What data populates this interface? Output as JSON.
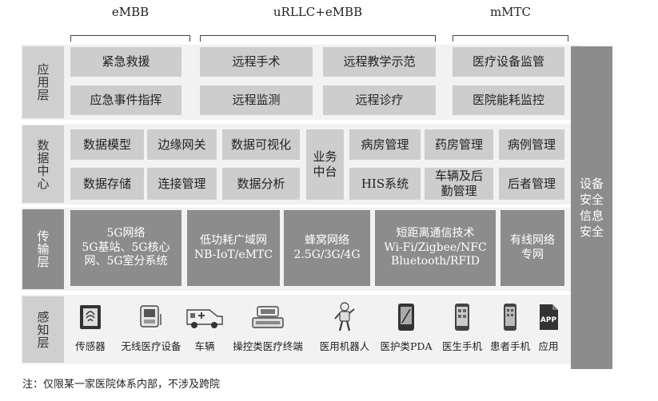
{
  "header": {
    "embb": "eMBB",
    "urllc": "uRLLC+eMBB",
    "mmtc": "mMTC"
  },
  "layers": {
    "application": "应用层",
    "data_center": "数据中心",
    "transport": "传输层",
    "perception": "感知层"
  },
  "application": {
    "r1": [
      "紧急救援",
      "远程手术",
      "远程教学示范",
      "医疗设备监管"
    ],
    "r2": [
      "应急事件指挥",
      "远程监测",
      "远程诊疗",
      "医院能耗监控"
    ]
  },
  "data_center": {
    "r1": [
      "数据模型",
      "边缘网关",
      "数据可视化"
    ],
    "r2": [
      "数据存储",
      "连接管理",
      "数据分析"
    ],
    "business": "业务中台",
    "right_r1": [
      "病房管理",
      "药房管理",
      "病例管理"
    ],
    "right_r2": [
      "HIS系统",
      "车辆及后勤管理",
      "后者管理"
    ]
  },
  "transport": {
    "c1": [
      "5G网络",
      "5G基站、5G核心",
      "网、5G室分系统"
    ],
    "c2": [
      "低功耗广域网",
      "NB-IoT/eMTC"
    ],
    "c3": [
      "蜂窝网络",
      "2.5G/3G/4G"
    ],
    "c4": [
      "短距离通信技术",
      "Wi-Fi/Zigbee/NFC",
      "Bluetooth/RFID"
    ],
    "c5": [
      "有线网络",
      "专网"
    ]
  },
  "devices": [
    {
      "label": "传感器",
      "icon": "sensor-icon"
    },
    {
      "label": "无线医疗设备",
      "icon": "wireless-medical-device-icon"
    },
    {
      "label": "车辆",
      "icon": "ambulance-icon"
    },
    {
      "label": "操控类医疗终端",
      "icon": "medical-terminal-icon"
    },
    {
      "label": "医用机器人",
      "icon": "robot-icon"
    },
    {
      "label": "医护类PDA",
      "icon": "pda-icon"
    },
    {
      "label": "医生手机",
      "icon": "doctor-phone-icon"
    },
    {
      "label": "患者手机",
      "icon": "patient-phone-icon"
    },
    {
      "label": "应用",
      "icon": "app-icon"
    }
  ],
  "side": "设备安全信息安全",
  "note": "注：仅限某一家医院体系内部，不涉及跨院",
  "colors": {
    "light_cell": "#cdcdcd",
    "dark_cell": "#8c8c8c",
    "band": "#f2f2f2"
  }
}
